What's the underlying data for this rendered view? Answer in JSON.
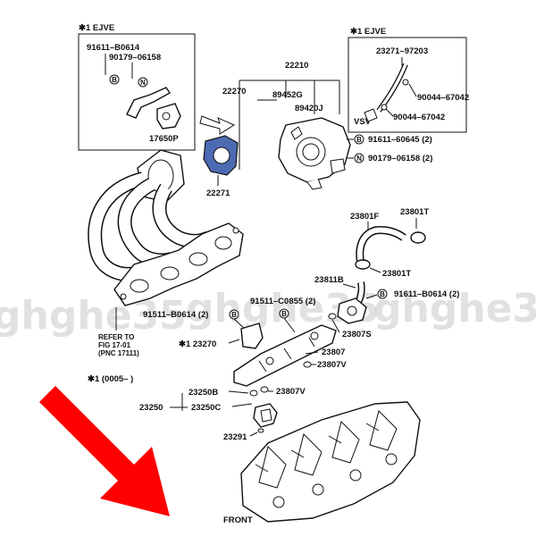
{
  "watermark": "ghghe35",
  "boxes": {
    "left_box_label": "✱1 EJVE",
    "right_box_label": "✱1 EJVE"
  },
  "labels": {
    "p91611_b0614_a": "91611–B0614",
    "p90179_06158_a": "90179–06158",
    "p17650p": "17650P",
    "p22210": "22210",
    "p22270": "22270",
    "p89452g": "89452G",
    "p89420j": "89420J",
    "p22271": "22271",
    "p23271_97203": "23271–97203",
    "p90044_67042_a": "90044–67042",
    "p90044_67042_b": "90044–67042",
    "vsv": "VSV",
    "p91611_60645": "91611–60645 (2)",
    "p90179_06158_b": "90179–06158 (2)",
    "p23801f": "23801F",
    "p23801t_a": "23801T",
    "p23801t_b": "23801T",
    "p23811b": "23811B",
    "p91611_b0614_b": "91611–B0614 (2)",
    "p91511_c0855": "91511–C0855 (2)",
    "p91511_b0614": "91511–B0614 (2)",
    "p23807s": "23807S",
    "p23270": "✱1 23270",
    "p23807": "23807",
    "p23807v_a": "23807V",
    "p23807v_b": "23807V",
    "p23250": "23250",
    "p23250b": "23250B",
    "p23250c": "23250C",
    "p23291": "23291",
    "refer1": "REFER TO",
    "refer2": "FIG 17-01",
    "refer3": "(PNC 17111)",
    "note_date": "✱1 (0005–      )",
    "front": "FRONT"
  },
  "badges": {
    "B": "B",
    "N": "N"
  },
  "colors": {
    "arrow": "#ff0000",
    "gasket": "#4d6bb3",
    "line": "#111111"
  }
}
